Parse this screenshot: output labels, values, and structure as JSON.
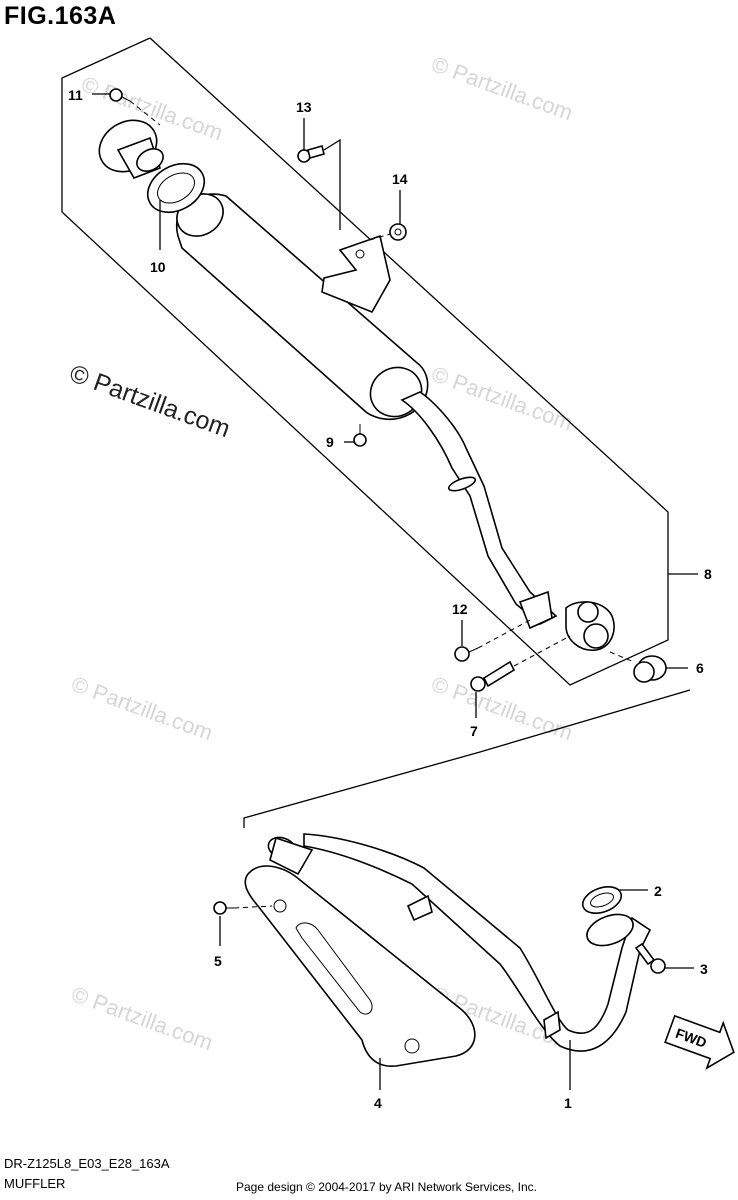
{
  "figure_title": "FIG.163A",
  "diagram_code": "DR-Z125L8_E03_E28_163A",
  "section_name": "MUFFLER",
  "footer": "Page design © 2004-2017 by ARI Network Services, Inc.",
  "watermark": "© Partzilla.com",
  "callouts": {
    "c1": "1",
    "c2": "2",
    "c3": "3",
    "c4": "4",
    "c5": "5",
    "c6": "6",
    "c7": "7",
    "c8": "8",
    "c9": "9",
    "c10": "10",
    "c11": "11",
    "c12": "12",
    "c13": "13",
    "c14": "14"
  },
  "fwd_label": "FWD"
}
